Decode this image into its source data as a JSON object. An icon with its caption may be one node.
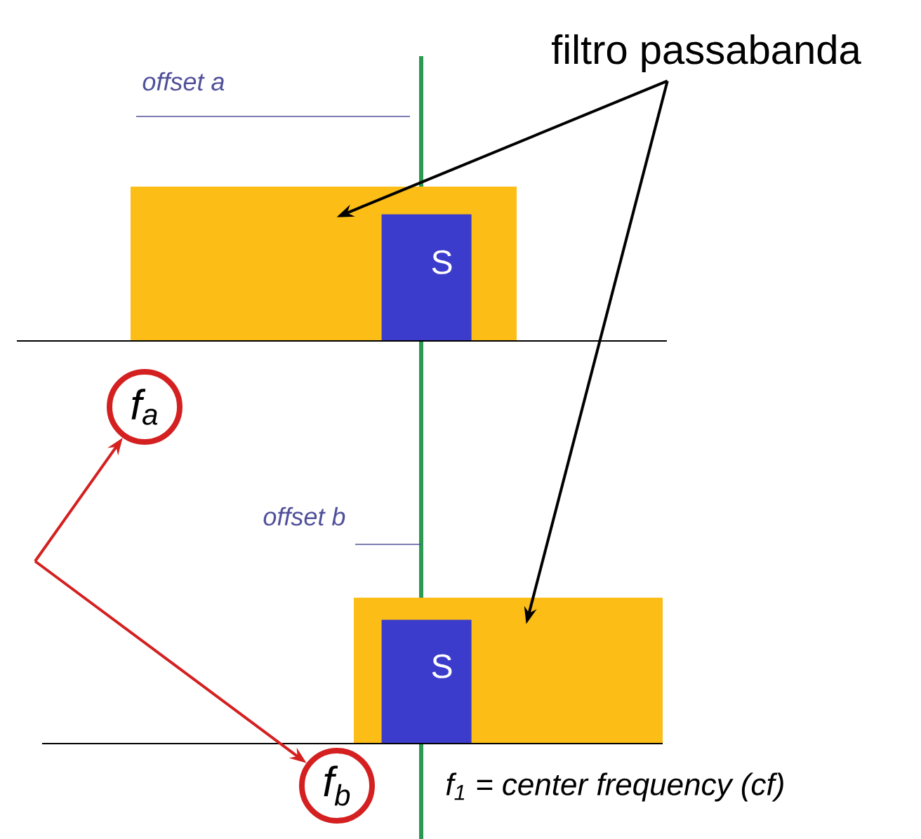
{
  "diagram": {
    "nodes": [
      {
        "text": [
          "filtro passabanda"
        ]
      },
      {
        "text": [],
        "shape": "bar"
      },
      {
        "text": [
          "S"
        ],
        "in": 1
      },
      {
        "text": [],
        "shape": "bar"
      },
      {
        "text": [
          "S"
        ],
        "in": 3
      },
      {
        "text": [
          "f$_{a}$"
        ]
      },
      {
        "text": [
          "f$_{b}$"
        ]
      }
    ],
    "edges": [
      {
        "from": 0,
        "to": 1,
        "arrow": "to"
      },
      {
        "from": 0,
        "to": 3,
        "arrow": "to"
      },
      {
        "from": null,
        "to": 5,
        "arrow": "to",
        "color": "#d42020"
      },
      {
        "from": null,
        "to": 6,
        "arrow": "to",
        "color": "#d42020"
      }
    ],
    "labels": [
      "offset a",
      "offset b",
      "f$_{1}$ = center frequency (cf)"
    ]
  }
}
